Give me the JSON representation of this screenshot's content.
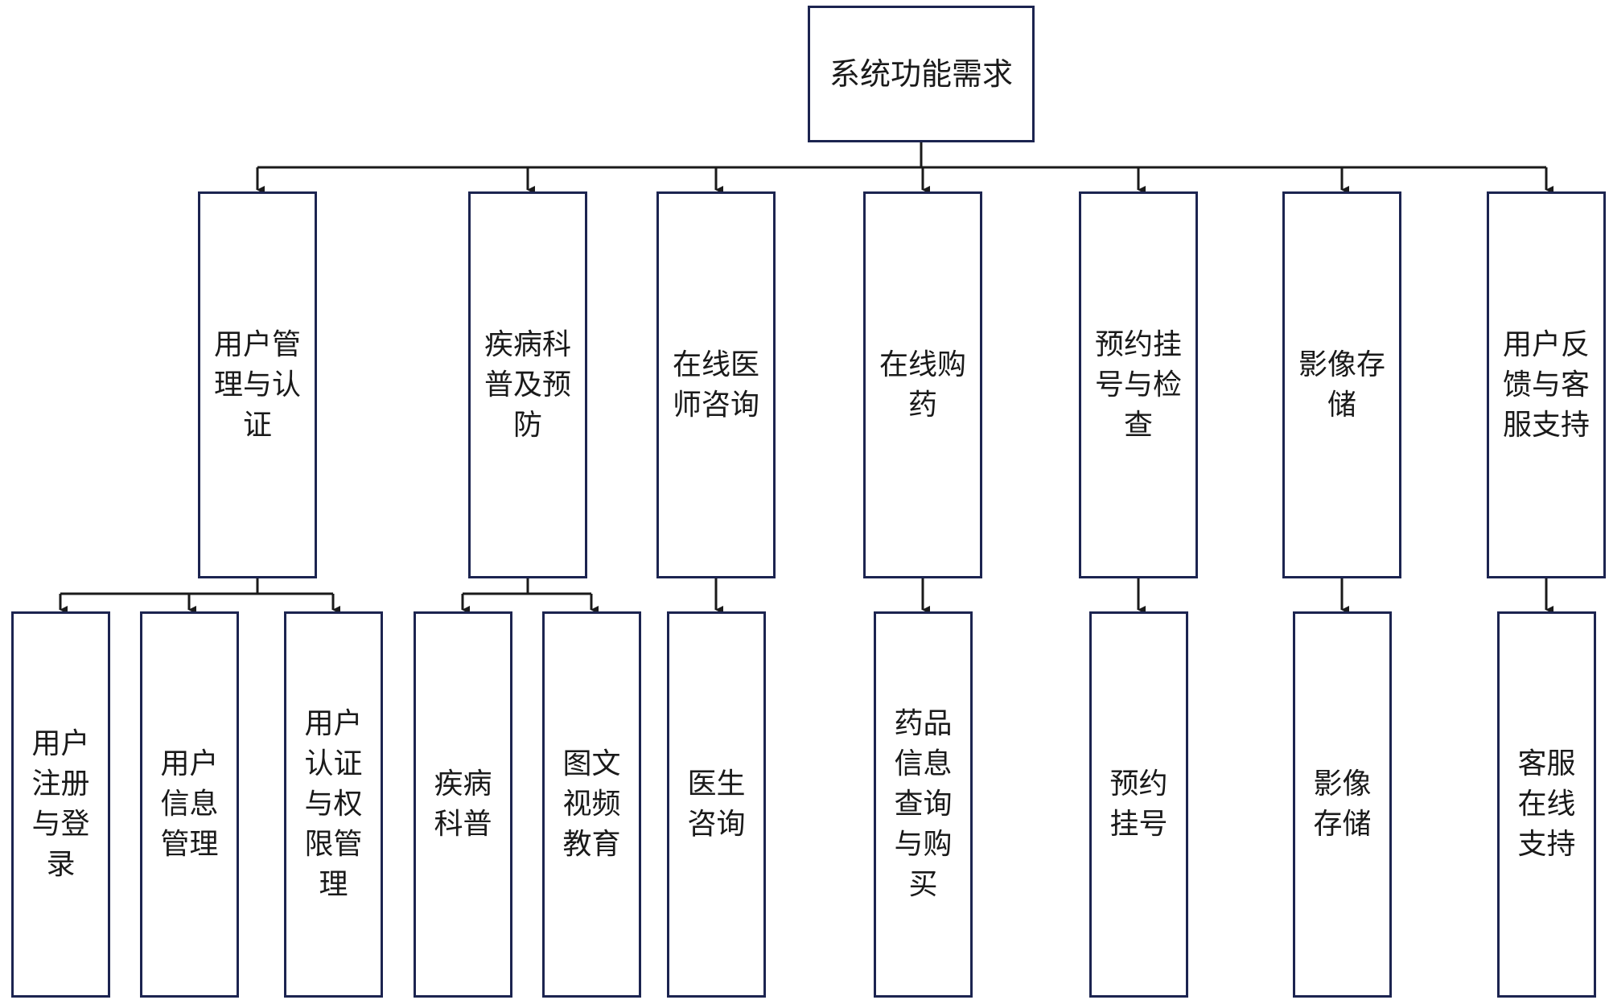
{
  "root": {
    "label": "系统功能需求"
  },
  "modules": [
    {
      "label": "用户管\n理与认\n证"
    },
    {
      "label": "疾病科\n普及预\n防"
    },
    {
      "label": "在线医\n师咨询"
    },
    {
      "label": "在线购\n药"
    },
    {
      "label": "预约挂\n号与检\n查"
    },
    {
      "label": "影像存\n储"
    },
    {
      "label": "用户反\n馈与客\n服支持"
    }
  ],
  "functions": [
    {
      "label": "用户\n注册\n与登\n录"
    },
    {
      "label": "用户\n信息\n管理"
    },
    {
      "label": "用户\n认证\n与权\n限管\n理"
    },
    {
      "label": "疾病\n科普"
    },
    {
      "label": "图文\n视频\n教育"
    },
    {
      "label": "医生\n咨询"
    },
    {
      "label": "药品\n信息\n查询\n与购\n买"
    },
    {
      "label": "预约\n挂号"
    },
    {
      "label": "影像\n存储"
    },
    {
      "label": "客服\n在线\n支持"
    }
  ],
  "colors": {
    "border": "#1c2450",
    "line": "#1a1a1a",
    "text": "#1a1a1a"
  }
}
